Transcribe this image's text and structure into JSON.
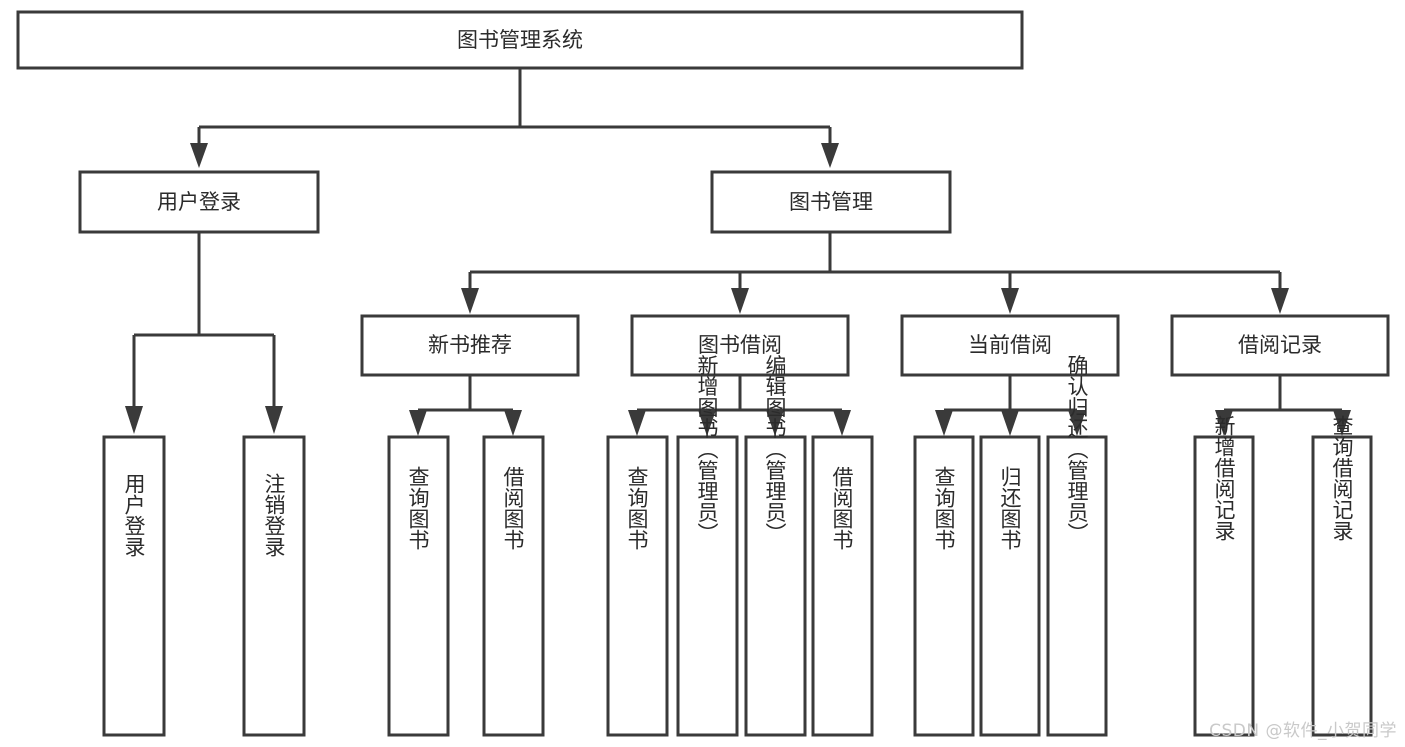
{
  "diagram": {
    "type": "tree-hierarchy-flowchart",
    "root": {
      "id": "root",
      "label": "图书管理系统"
    },
    "level1": [
      {
        "id": "user-login",
        "label": "用户登录"
      },
      {
        "id": "book-management",
        "label": "图书管理"
      }
    ],
    "level2": [
      {
        "id": "new-book-recommend",
        "label": "新书推荐",
        "parent": "book-management"
      },
      {
        "id": "book-borrow",
        "label": "图书借阅",
        "parent": "book-management"
      },
      {
        "id": "current-borrow",
        "label": "当前借阅",
        "parent": "book-management"
      },
      {
        "id": "borrow-record",
        "label": "借阅记录",
        "parent": "book-management"
      }
    ],
    "leaves": {
      "user-login": [
        {
          "id": "leaf-user-login",
          "label": "用户登录"
        },
        {
          "id": "leaf-logout-login",
          "label": "注销登录"
        }
      ],
      "new-book-recommend": [
        {
          "id": "leaf-query-book-1",
          "label": "查询图书"
        },
        {
          "id": "leaf-borrow-book-1",
          "label": "借阅图书"
        }
      ],
      "book-borrow": [
        {
          "id": "leaf-query-book-2",
          "label": "查询图书"
        },
        {
          "id": "leaf-add-book",
          "label": "新增图书（管理员）"
        },
        {
          "id": "leaf-edit-book",
          "label": "编辑图书（管理员）"
        },
        {
          "id": "leaf-borrow-book-2",
          "label": "借阅图书"
        }
      ],
      "current-borrow": [
        {
          "id": "leaf-query-book-3",
          "label": "查询图书"
        },
        {
          "id": "leaf-return-book",
          "label": "归还图书"
        },
        {
          "id": "leaf-confirm-return",
          "label": "确认归还（管理员）"
        }
      ],
      "borrow-record": [
        {
          "id": "leaf-add-record",
          "label": "新增借阅记录"
        },
        {
          "id": "leaf-query-record",
          "label": "查询借阅记录"
        }
      ]
    },
    "colors": {
      "stroke": "#3a3a3a",
      "fill": "#ffffff",
      "text": "#2b2b2b",
      "watermark": "#c9c9c9",
      "background": "#ffffff"
    }
  },
  "watermark": {
    "text": "CSDN @软件_小贺同学"
  }
}
